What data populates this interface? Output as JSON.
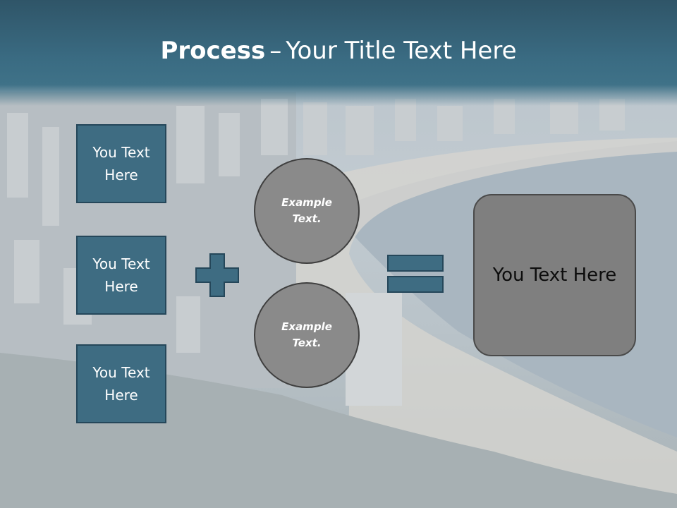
{
  "title": {
    "bold": "Process",
    "separator": "–",
    "rest": "Your Title Text Here"
  },
  "left_boxes": [
    {
      "label": "You Text Here"
    },
    {
      "label": "You Text Here"
    },
    {
      "label": "You Text Here"
    }
  ],
  "circles": [
    {
      "label": "Example Text."
    },
    {
      "label": "Example Text."
    }
  ],
  "result": {
    "label": "You Text Here"
  },
  "colors": {
    "header": "#3a6b82",
    "box_fill": "#3e6c82",
    "box_border": "#25475a",
    "circle_fill": "#8a8a8a",
    "result_fill": "#7f7f7f",
    "symbol_fill": "#3e6c82"
  },
  "icons": {
    "plus": "plus-sign-icon",
    "equals": "equals-sign-icon"
  }
}
